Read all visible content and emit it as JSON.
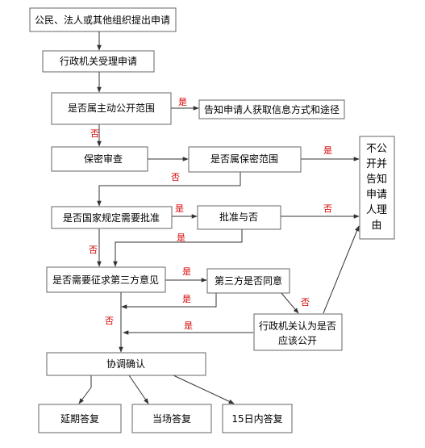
{
  "nodes": {
    "apply": "公民、法人或其他组织提出申请",
    "accept": "行政机关受理申请",
    "active": "是否属主动公开范围",
    "inform": "告知申请人获取信息方式和途径",
    "secret_review": "保密审查",
    "secret_scope": "是否属保密范围",
    "not_public": [
      "不公",
      "开并",
      "告知",
      "申请",
      "人理",
      "由"
    ],
    "national": "是否国家规定需要批准",
    "approve": "批准与否",
    "third_need": "是否需要征求第三方意见",
    "third_agree": "第三方是否同意",
    "agency": [
      "行政机关认为是否",
      "应该公开"
    ],
    "confirm": "协调确认",
    "delay": "延期答复",
    "spot": "当场答复",
    "days15": "15日内答复"
  },
  "labels": {
    "yes": "是",
    "no": "否"
  },
  "colors": {
    "label": "#d40000",
    "border": "#666666",
    "arrow": "#333333"
  }
}
